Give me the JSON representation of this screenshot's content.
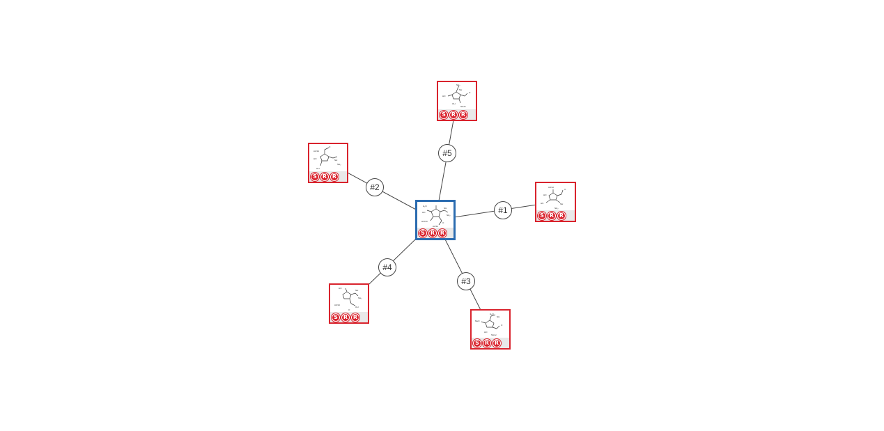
{
  "center_node": {
    "badges": [
      "S",
      "R",
      "R"
    ],
    "atom_labels": [
      "H₂N",
      "HO",
      "NH",
      "NH₂",
      "HOOC",
      "AcNH",
      "O"
    ]
  },
  "leaf_nodes": [
    {
      "id": "node-1",
      "edge_label": "#1",
      "badges": [
        "S",
        "R",
        "R"
      ],
      "atom_labels": [
        "AcNH",
        "HO",
        "O",
        "NH",
        "NH₂",
        "HN"
      ]
    },
    {
      "id": "node-2",
      "edge_label": "#2",
      "badges": [
        "S",
        "R",
        "R"
      ],
      "atom_labels": [
        "AcNH",
        "HO",
        "O",
        "NH",
        "NH₂",
        "OH"
      ]
    },
    {
      "id": "node-3",
      "edge_label": "#3",
      "badges": [
        "S",
        "R",
        "R"
      ],
      "atom_labels": [
        "H₂N",
        "NH",
        "MeO",
        "HO",
        "NHAc",
        "O"
      ]
    },
    {
      "id": "node-4",
      "edge_label": "#4",
      "badges": [
        "S",
        "R",
        "R"
      ],
      "atom_labels": [
        "HO",
        "NH",
        "NH₂",
        "AcNH",
        "OH",
        "O"
      ]
    },
    {
      "id": "node-5",
      "edge_label": "#5",
      "badges": [
        "S",
        "R",
        "R"
      ],
      "atom_labels": [
        "NH₂",
        "NH",
        "HO",
        "OH",
        "NHAc",
        "O"
      ]
    }
  ]
}
